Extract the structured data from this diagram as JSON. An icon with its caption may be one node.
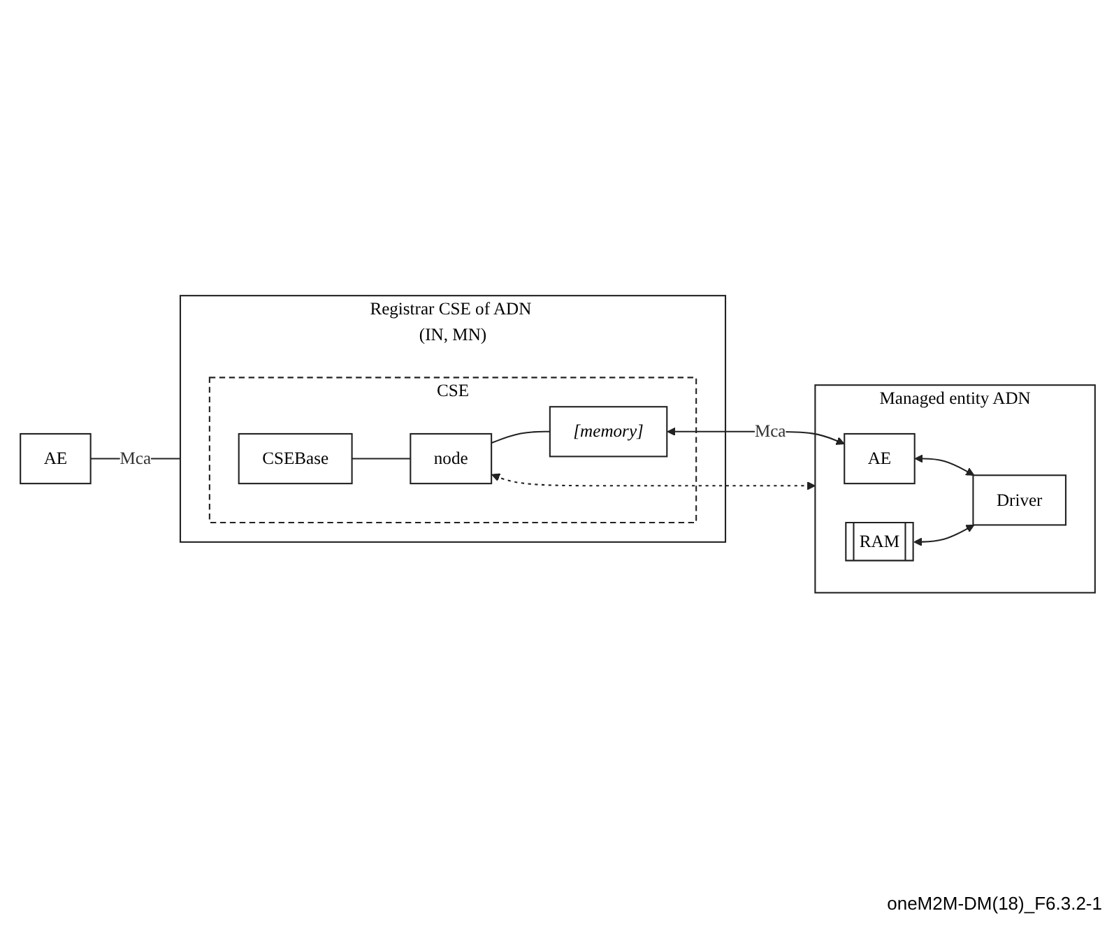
{
  "diagram": {
    "nodes": [
      {
        "text": [
          "AE"
        ]
      },
      {
        "text": [
          "Registrar CSE of ADN (IN, MN)"
        ]
      },
      {
        "text": [
          "CSE"
        ],
        "in": 1
      },
      {
        "text": [
          "CSEBase"
        ],
        "in": 2
      },
      {
        "text": [
          "node"
        ],
        "in": 2
      },
      {
        "text": [
          "[memory]"
        ],
        "in": 2
      },
      {
        "text": [
          "Managed entity ADN"
        ]
      },
      {
        "text": [
          "AE"
        ],
        "in": 6
      },
      {
        "text": [
          "Driver"
        ],
        "in": 6
      },
      {
        "text": [
          "RAM"
        ],
        "in": 6
      }
    ],
    "edges": [
      {
        "from": 0,
        "to": 1,
        "arrow": "none",
        "label": "Mca"
      },
      {
        "from": 3,
        "to": 4,
        "arrow": "none"
      },
      {
        "from": 4,
        "to": 5,
        "arrow": "none"
      },
      {
        "from": 5,
        "to": 7,
        "arrow": "both",
        "label": "Mca"
      },
      {
        "from": 4,
        "to": 6,
        "arrow": "both",
        "style": "dashed"
      },
      {
        "from": 7,
        "to": 8,
        "arrow": "both"
      },
      {
        "from": 9,
        "to": 8,
        "arrow": "both"
      }
    ],
    "labels": [
      "oneM2M-DM(18)_F6.3.2-1"
    ]
  }
}
